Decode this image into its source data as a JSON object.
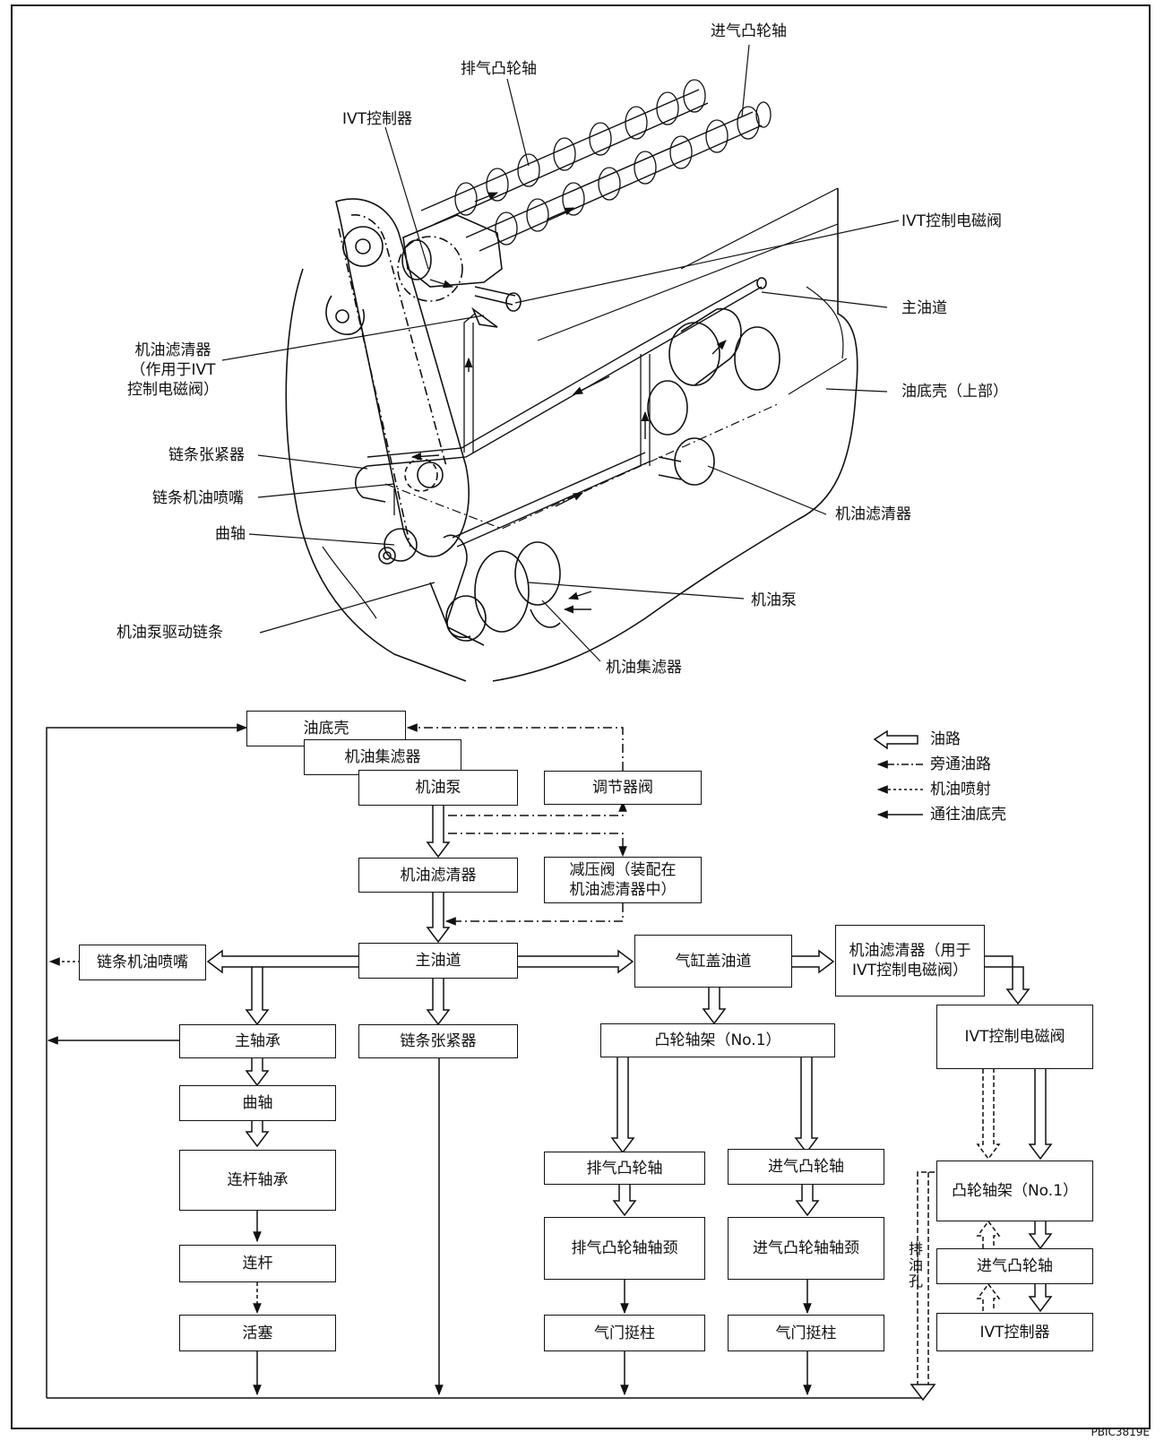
{
  "callouts": {
    "intake_camshaft": "进气凸轮轴",
    "exhaust_camshaft": "排气凸轮轴",
    "ivt_controller": "IVT控制器",
    "ivt_solenoid": "IVT控制电磁阀",
    "main_gallery": "主油道",
    "oil_filter_ivt": "机油滤清器\n（作用于IVT\n控制电磁阀）",
    "oil_pan_upper": "油底壳（上部）",
    "chain_tensioner": "链条张紧器",
    "chain_jet": "链条机油喷嘴",
    "oil_filter": "机油滤清器",
    "crankshaft": "曲轴",
    "oil_pump": "机油泵",
    "pump_chain": "机油泵驱动链条",
    "strainer": "机油集滤器"
  },
  "legend": {
    "oil_path": "油路",
    "bypass": "旁通油路",
    "oil_jet": "机油喷射",
    "to_pan": "通往油底壳"
  },
  "boxes": {
    "oil_pan": "油底壳",
    "strainer": "机油集滤器",
    "pump": "机油泵",
    "regulator": "调节器阀",
    "filter": "机油滤清器",
    "relief": "减压阀（装配在\n机油滤清器中）",
    "chain_jet": "链条机油喷嘴",
    "main_gallery": "主油道",
    "head_gallery": "气缸盖油道",
    "ivt_filter": "机油滤清器（用于\nIVT控制电磁阀）",
    "main_bearing": "主轴承",
    "tensioner": "链条张紧器",
    "bracket1": "凸轮轴架（No.1）",
    "ivt_solenoid": "IVT控制电磁阀",
    "crank": "曲轴",
    "conrod_bearing": "连杆轴承",
    "exh_cam": "排气凸轮轴",
    "int_cam": "进气凸轮轴",
    "bracket2": "凸轮轴架（No.1）",
    "conrod": "连杆",
    "exh_journal": "排气凸轮轴轴颈",
    "int_journal": "进气凸轮轴轴颈",
    "int_cam2": "进气凸轮轴",
    "piston": "活塞",
    "lifter1": "气门挺柱",
    "lifter2": "气门挺柱",
    "ivt_ctrl": "IVT控制器"
  },
  "drain_hole": "排油孔",
  "figure_code": "PBIC3819E"
}
